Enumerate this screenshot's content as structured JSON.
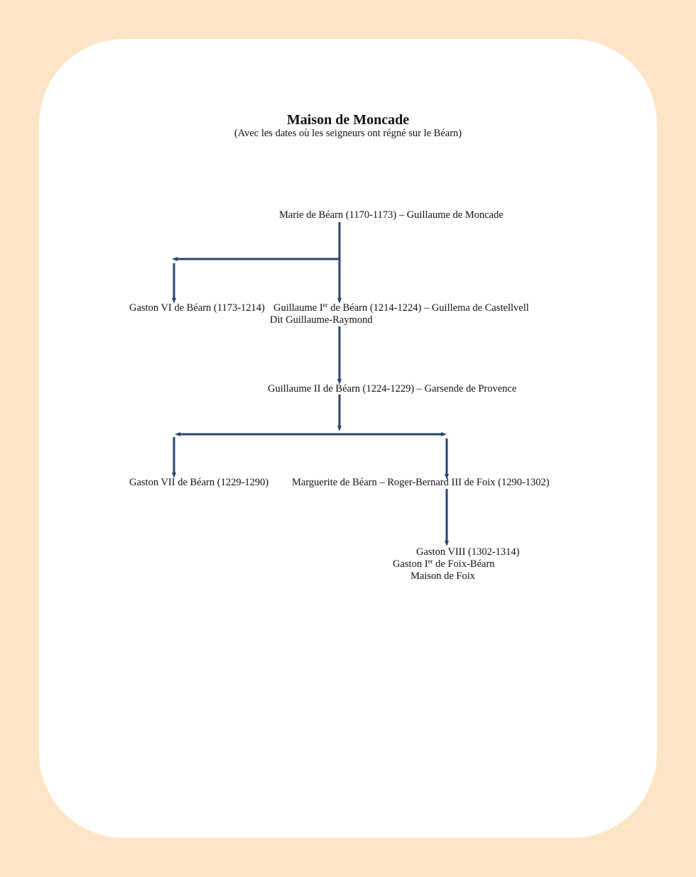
{
  "title": "Maison de Moncade",
  "subtitle": "(Avec les dates où les seigneurs ont régné sur le Béarn)",
  "line_color": "#2c4370",
  "nodes": {
    "marie": "Marie de Béarn (1170-1173) – Guillaume de Moncade",
    "gaston6": "Gaston VI de Béarn (1173-1214)",
    "guillaume1_pre": "Guillaume I",
    "guillaume1_sup": "er",
    "guillaume1_post": " de Béarn (1214-1224) – Guillema de Castellvell",
    "guillaume1_alias": "Dit Guillaume-Raymond",
    "guillaume2": "Guillaume II de Béarn (1224-1229) – Garsende de Provence",
    "gaston7": "Gaston VII de Béarn (1229-1290)",
    "marguerite": "Marguerite de Béarn – Roger-Bernard III de Foix (1290-1302)",
    "gaston8": "Gaston VIII (1302-1314)",
    "gaston8_alias_pre": "Gaston I",
    "gaston8_alias_sup": "er",
    "gaston8_alias_post": " de Foix-Béarn",
    "maison_foix": "Maison de Foix"
  }
}
